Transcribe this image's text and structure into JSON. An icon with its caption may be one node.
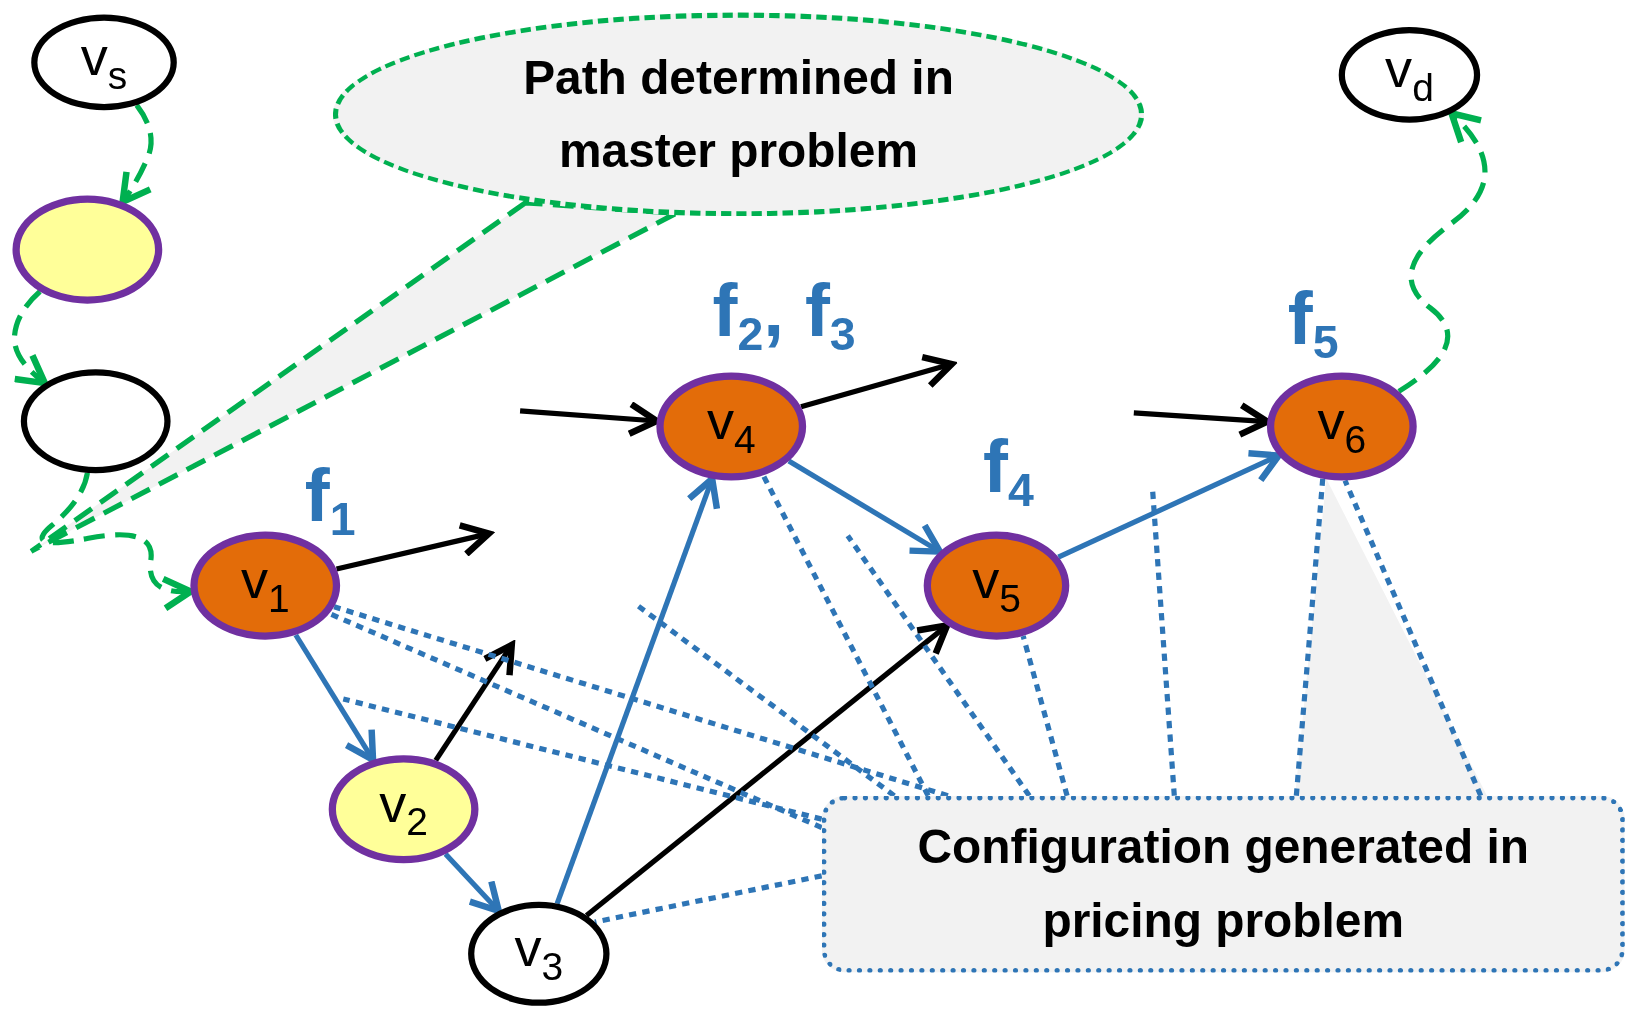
{
  "diagram": {
    "nodes": [
      {
        "text": [
          "v$_{s}$"
        ]
      },
      {
        "text": [
          "Path determined in master problem"
        ]
      },
      {
        "text": [
          "v$_{d}$"
        ]
      },
      {
        "text": [],
        "shape": "circle"
      },
      {
        "text": [],
        "shape": "circle"
      },
      {
        "text": [
          "v$_{4}$"
        ],
        "beside": [
          "f$_{2}$, f$_{3}$"
        ]
      },
      {
        "text": [
          "v$_{6}$"
        ],
        "beside": [
          "f$_{5}$"
        ]
      },
      {
        "text": [
          "v$_{1}$"
        ],
        "beside": [
          "f$_{1}$"
        ]
      },
      {
        "text": [
          "v$_{5}$"
        ],
        "beside": [
          "f$_{4}$"
        ]
      },
      {
        "text": [
          "v$_{2}$"
        ]
      },
      {
        "text": [
          "Configuration generated in pricing problem"
        ]
      },
      {
        "text": [
          "v$_{3}$"
        ]
      }
    ],
    "edges": [
      {
        "from": 0,
        "to": 3,
        "arrow": "to",
        "style": "dashed",
        "color": "#00b050"
      },
      {
        "from": 3,
        "to": 4,
        "arrow": "to",
        "style": "dashed",
        "color": "#00b050"
      },
      {
        "from": 4,
        "to": 7,
        "arrow": "to",
        "style": "dashed",
        "color": "#00b050"
      },
      {
        "from": 6,
        "to": 2,
        "arrow": "to",
        "style": "dashed",
        "color": "#00b050"
      },
      {
        "from": 7,
        "to": 9,
        "arrow": "to"
      },
      {
        "from": 9,
        "to": 11,
        "arrow": "to"
      },
      {
        "from": 11,
        "to": 5,
        "arrow": "to"
      },
      {
        "from": 5,
        "to": 8,
        "arrow": "to"
      },
      {
        "from": 8,
        "to": 6,
        "arrow": "to"
      },
      {
        "from": 7,
        "to": null,
        "arrow": "to",
        "color": "#000000"
      },
      {
        "from": null,
        "to": 5,
        "arrow": "to",
        "color": "#000000"
      },
      {
        "from": 5,
        "to": null,
        "arrow": "to",
        "color": "#000000"
      },
      {
        "from": null,
        "to": 6,
        "arrow": "to",
        "color": "#000000"
      },
      {
        "from": 9,
        "to": null,
        "arrow": "to",
        "color": "#000000"
      },
      {
        "from": 11,
        "to": 8,
        "arrow": "to",
        "color": "#000000"
      },
      {
        "from": 10,
        "to": 7,
        "arrow": "none",
        "style": "dashed",
        "color": "#2e75b6"
      },
      {
        "from": 10,
        "to": 7,
        "arrow": "none",
        "style": "dashed",
        "color": "#2e75b6"
      },
      {
        "from": 10,
        "to": null,
        "arrow": "none",
        "style": "dashed"
      },
      {
        "from": 10,
        "to": 11,
        "arrow": "none",
        "style": "dashed"
      },
      {
        "from": 10,
        "to": null,
        "arrow": "none",
        "style": "dashed"
      },
      {
        "from": 10,
        "to": 5,
        "arrow": "none",
        "style": "dashed",
        "color": "#2e75b6"
      },
      {
        "from": 10,
        "to": null,
        "arrow": "none",
        "style": "dashed",
        "color": "#2e75b6"
      },
      {
        "from": 10,
        "to": 8,
        "arrow": "none",
        "style": "dashed",
        "color": "#2e75b6"
      },
      {
        "from": 10,
        "to": null,
        "arrow": "none",
        "style": "dashed",
        "color": "#2e75b6"
      },
      {
        "from": 10,
        "to": 6,
        "arrow": "none",
        "style": "dashed",
        "color": "#2e75b6"
      },
      {
        "from": 10,
        "to": 6,
        "arrow": "none",
        "style": "dashed",
        "color": "#2e75b6"
      }
    ]
  }
}
